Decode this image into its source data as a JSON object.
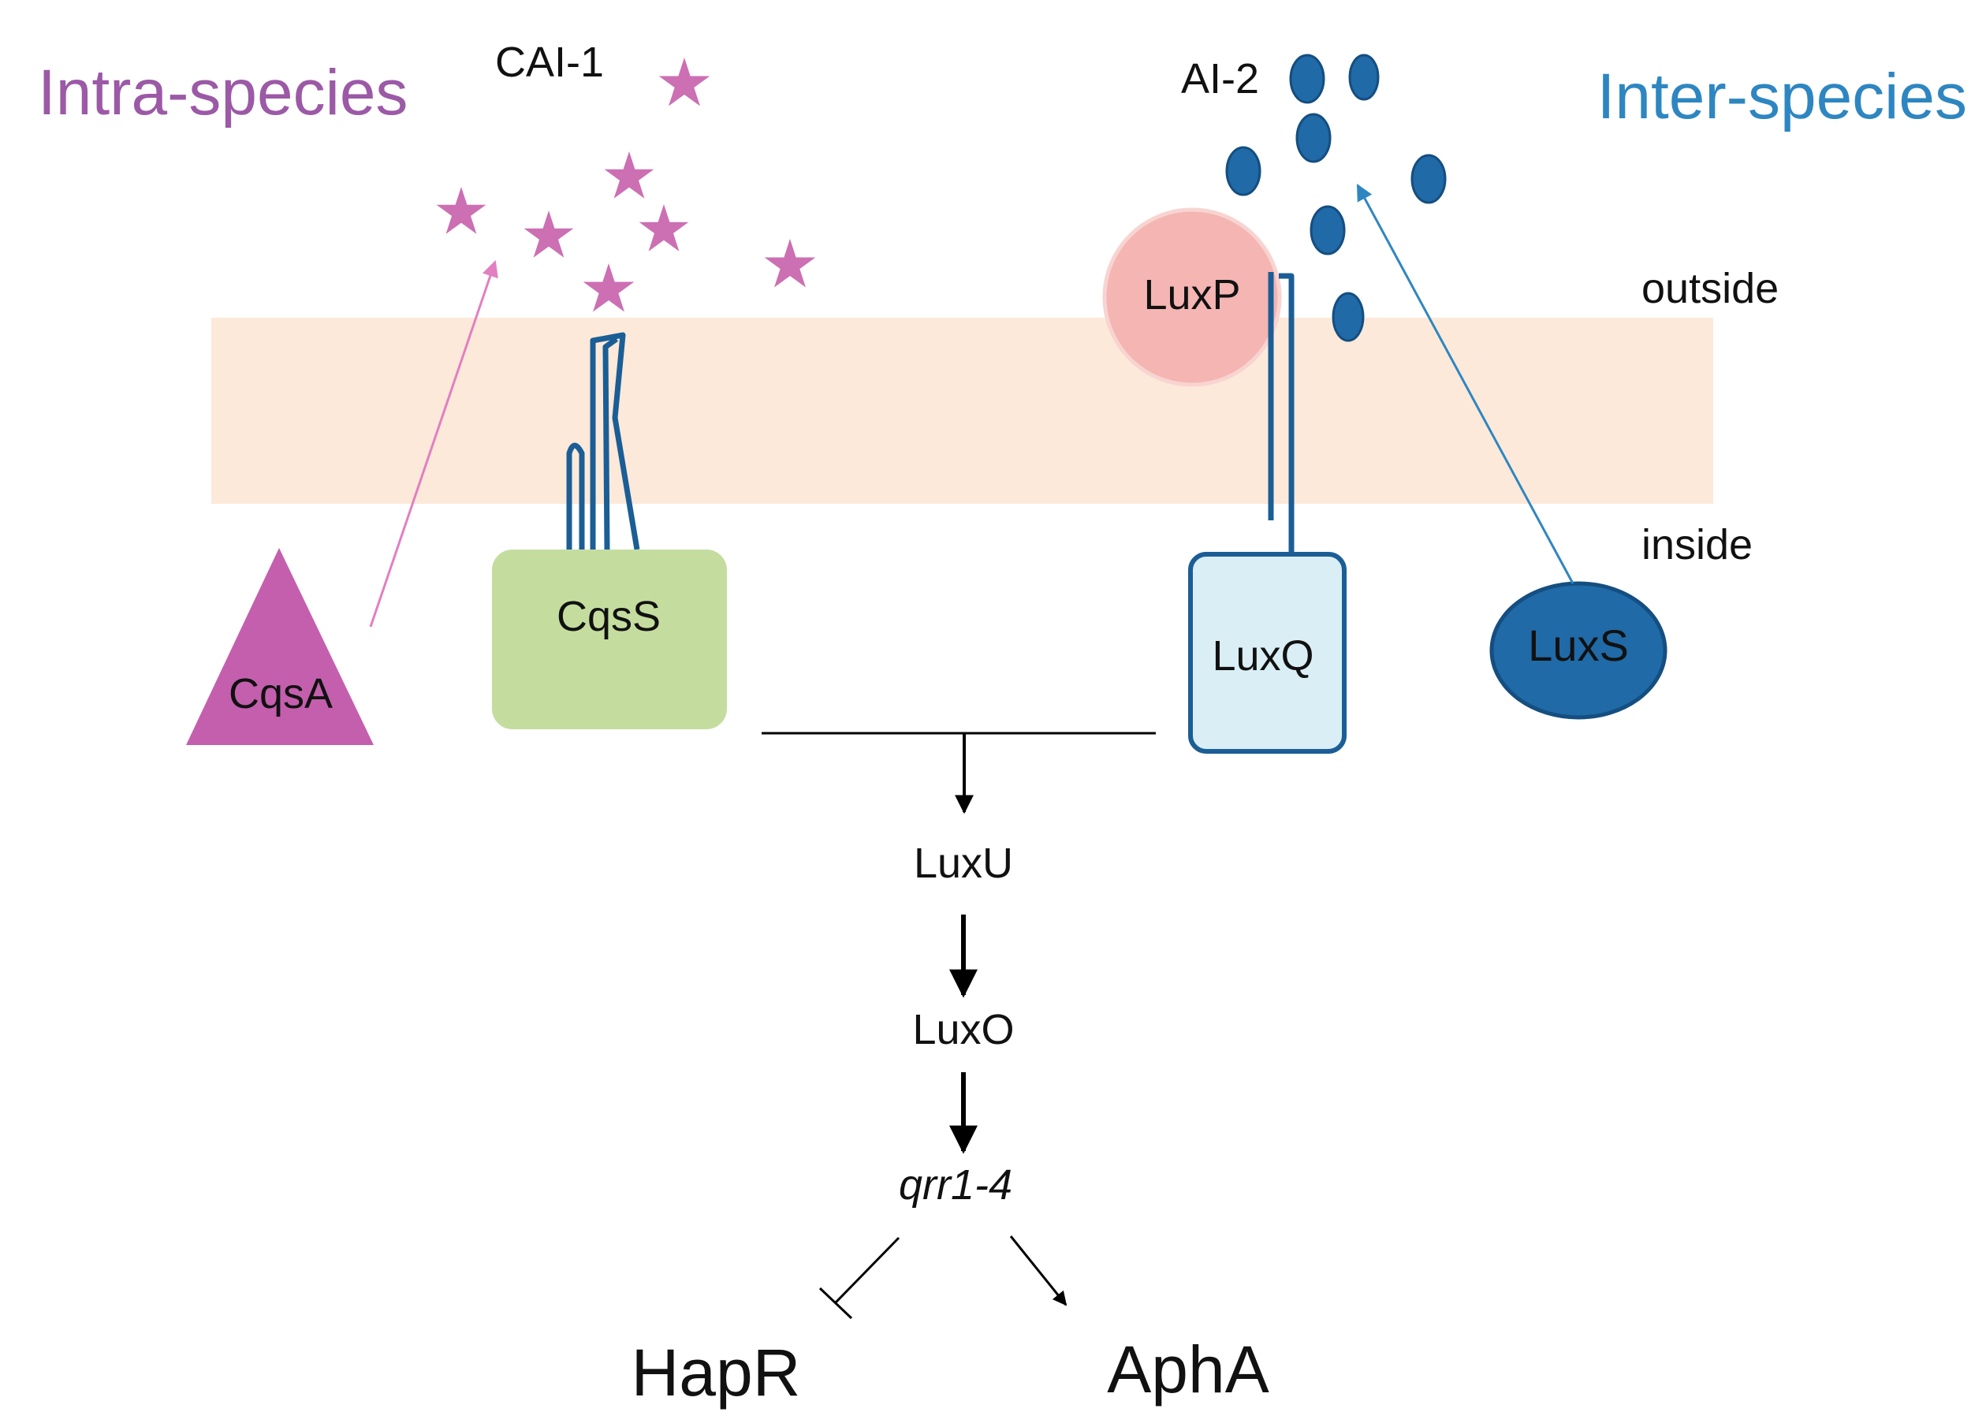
{
  "header": {
    "intra_title": "Intra-species",
    "inter_title": "Inter-species"
  },
  "signals": {
    "cai1": "CAI-1",
    "ai2": "AI-2"
  },
  "membrane": {
    "outside": "outside",
    "inside": "inside"
  },
  "proteins": {
    "cqsa": "CqsA",
    "cqss": "CqsS",
    "luxp": "LuxP",
    "luxq": "LuxQ",
    "luxs": "LuxS"
  },
  "cascade": {
    "luxu": "LuxU",
    "luxo": "LuxO",
    "qrr": "qrr1-4",
    "hapr": "HapR",
    "apha": "AphA"
  },
  "colors": {
    "intra": "#9b59a6",
    "inter": "#2e86c1",
    "star": "#cc6fb3",
    "membrane": "#fde9d9",
    "cqsa_fill": "#c45fae",
    "cqss_fill": "#c4dd9f",
    "luxp_fill": "#f4b5b3",
    "luxq_fill": "#d9eef5",
    "luxs_fill": "#1f6aa7",
    "receptor_stroke": "#1b5e96",
    "ai2_dot": "#1f6aa7"
  }
}
